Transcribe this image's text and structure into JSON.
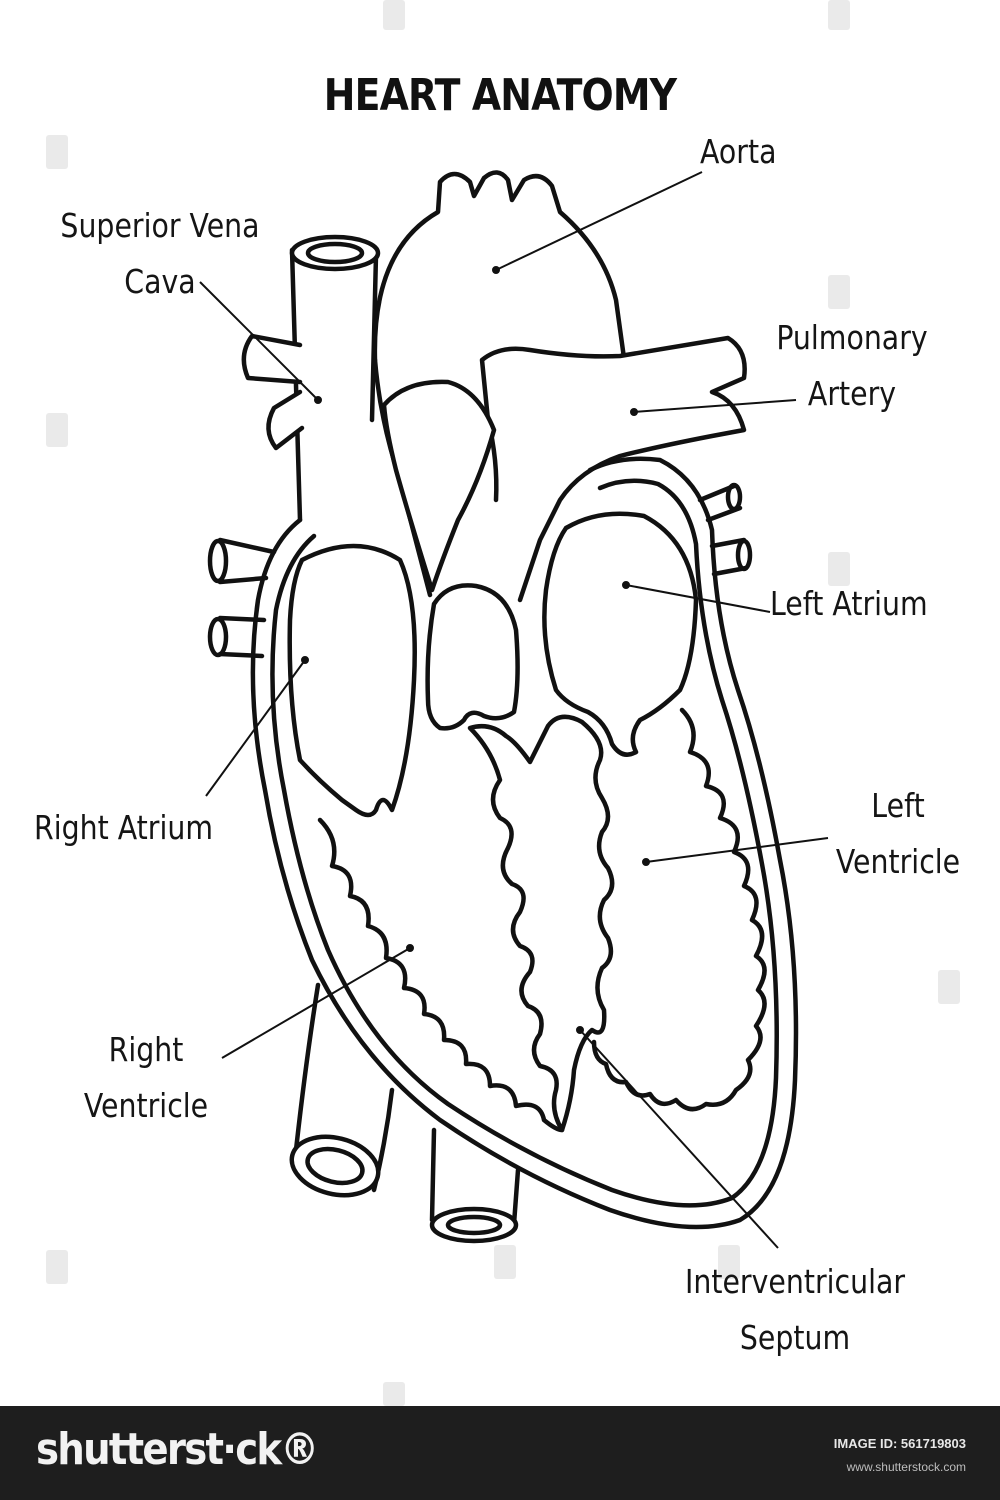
{
  "title": "HEART ANATOMY",
  "labels": {
    "aorta": [
      "Aorta"
    ],
    "superior_vena_cava": [
      "Superior Vena",
      "Cava"
    ],
    "pulmonary_artery": [
      "Pulmonary",
      "Artery"
    ],
    "left_atrium": [
      "Left Atrium"
    ],
    "right_atrium": [
      "Right Atrium"
    ],
    "left_ventricle": [
      "Left",
      "Ventricle"
    ],
    "right_ventricle": [
      "Right",
      "Ventricle"
    ],
    "interventricular_septum": [
      "Interventricular",
      "Septum"
    ]
  },
  "footer": {
    "brand": "shutterst·ck®",
    "image_id": "IMAGE ID: 561719803",
    "url": "www.shutterstock.com"
  },
  "colors": {
    "line": "#111111",
    "footer_bg": "#1e1e1e"
  }
}
